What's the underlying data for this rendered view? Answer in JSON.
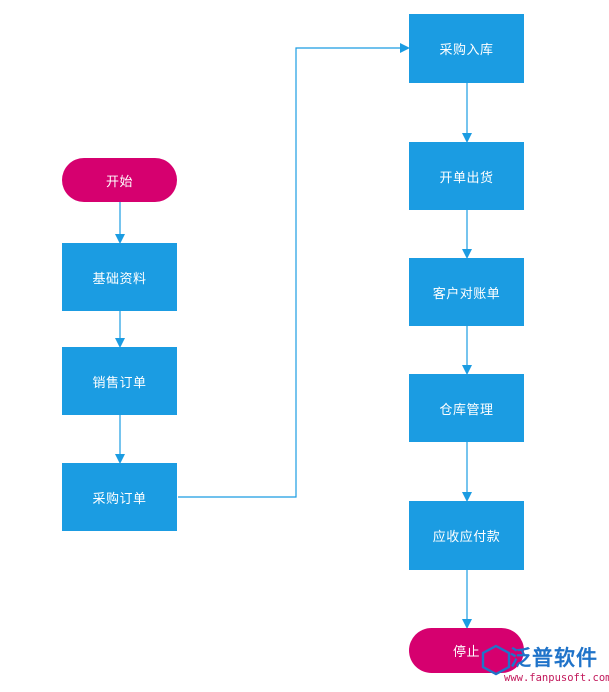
{
  "flowchart": {
    "start": "开始",
    "basic_data": "基础资料",
    "sales_order": "销售订单",
    "purchase_order": "采购订单",
    "purchase_inbound": "采购入库",
    "issue_shipment": "开单出货",
    "customer_statement": "客户对账单",
    "warehouse_management": "仓库管理",
    "receivables_payables": "应收应付款",
    "stop": "停止"
  },
  "watermark": {
    "brand": "泛普软件",
    "url": "www.fanpusoft.com"
  },
  "colors": {
    "process_fill": "#1b9ce2",
    "terminal_fill": "#d6006f",
    "connector": "#1b9ce2"
  }
}
